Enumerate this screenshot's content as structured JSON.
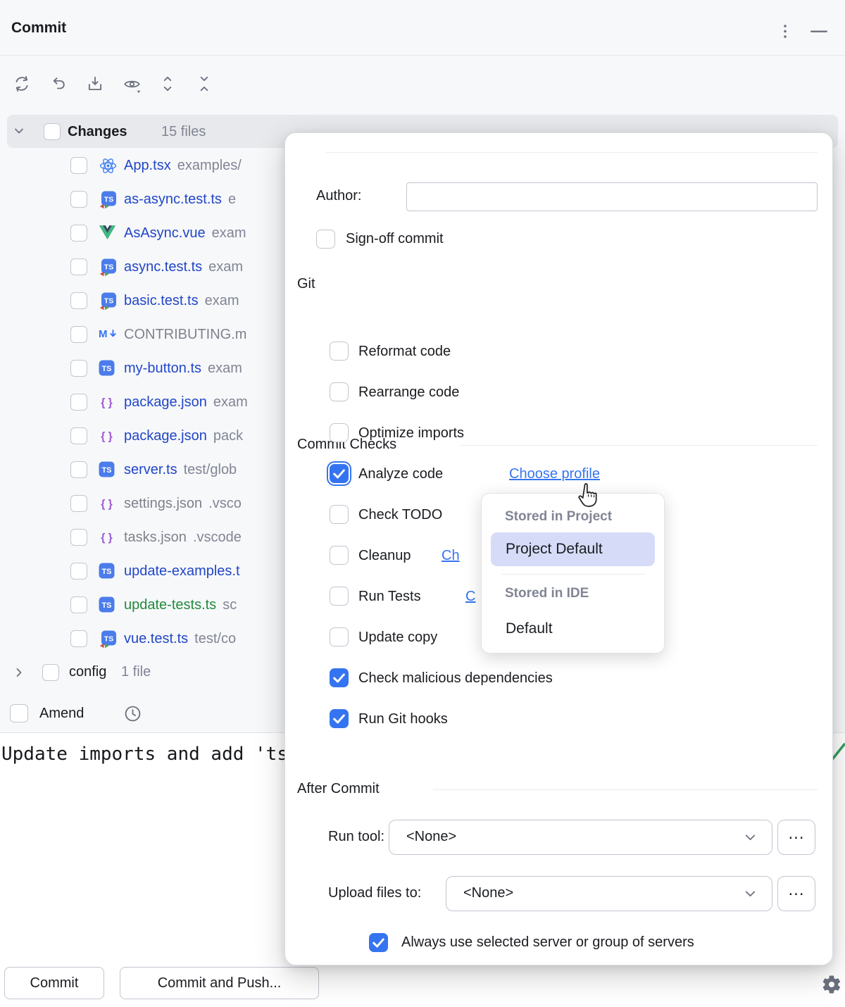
{
  "window": {
    "title": "Commit"
  },
  "titlebar": {
    "icons": [
      "kebab-menu-icon",
      "minimize-icon"
    ]
  },
  "toolbar": {
    "icons": [
      "refresh-icon",
      "rollback-icon",
      "shelve-icon",
      "preview-diff-icon",
      "expand-all-icon",
      "collapse-all-icon"
    ]
  },
  "tree": {
    "root": {
      "label": "Changes",
      "count": "15 files",
      "expanded": true,
      "checked": false
    },
    "files": [
      {
        "name": "App.tsx",
        "path": "examples/",
        "icon": "react-icon",
        "color": "modified"
      },
      {
        "name": "as-async.test.ts",
        "path": "e",
        "icon": "ts-test-icon",
        "color": "modified"
      },
      {
        "name": "AsAsync.vue",
        "path": "exam",
        "icon": "vue-icon",
        "color": "modified"
      },
      {
        "name": "async.test.ts",
        "path": "exam",
        "icon": "ts-test-icon",
        "color": "modified"
      },
      {
        "name": "basic.test.ts",
        "path": "exam",
        "icon": "ts-test-icon",
        "color": "modified"
      },
      {
        "name": "CONTRIBUTING.m",
        "path": "",
        "icon": "markdown-icon",
        "color": "unversioned"
      },
      {
        "name": "my-button.ts",
        "path": "exam",
        "icon": "ts-icon",
        "color": "modified"
      },
      {
        "name": "package.json",
        "path": "exam",
        "icon": "json-icon",
        "color": "modified"
      },
      {
        "name": "package.json",
        "path": "pack",
        "icon": "json-icon",
        "color": "modified"
      },
      {
        "name": "server.ts",
        "path": "test/glob",
        "icon": "ts-icon",
        "color": "modified"
      },
      {
        "name": "settings.json",
        "path": ".vsco",
        "icon": "json-icon",
        "color": "unversioned"
      },
      {
        "name": "tasks.json",
        "path": ".vscode",
        "icon": "json-icon",
        "color": "unversioned"
      },
      {
        "name": "update-examples.t",
        "path": "",
        "icon": "ts-icon",
        "color": "modified"
      },
      {
        "name": "update-tests.ts",
        "path": "sc",
        "icon": "ts-icon",
        "color": "added"
      },
      {
        "name": "vue.test.ts",
        "path": "test/co",
        "icon": "ts-test-icon",
        "color": "modified"
      }
    ],
    "group": {
      "label": "config",
      "count": "1 file",
      "expanded": false,
      "checked": false
    }
  },
  "amend": {
    "label": "Amend",
    "checked": false,
    "icon": "history-icon"
  },
  "message": {
    "text": "Update imports and add 'ts"
  },
  "options_popup": {
    "git": {
      "title": "Git",
      "author_label": "Author:",
      "author_value": "",
      "signoff": {
        "label": "Sign-off commit",
        "checked": false
      }
    },
    "checks": {
      "title": "Commit Checks",
      "items": [
        {
          "label": "Reformat code",
          "checked": false
        },
        {
          "label": "Rearrange code",
          "checked": false
        },
        {
          "label": "Optimize imports",
          "checked": false
        },
        {
          "label": "Analyze code",
          "checked": true,
          "focused": true,
          "link": "Choose profile"
        },
        {
          "label": "Check TODO",
          "checked": false
        },
        {
          "label": "Cleanup",
          "checked": false,
          "link": "Ch"
        },
        {
          "label": "Run Tests",
          "checked": false,
          "link": "C"
        },
        {
          "label": "Update copy",
          "checked": false
        },
        {
          "label": "Check malicious dependencies",
          "checked": true
        },
        {
          "label": "Run Git hooks",
          "checked": true
        }
      ]
    },
    "after": {
      "title": "After Commit",
      "run_tool": {
        "label": "Run tool:",
        "value": "<None>",
        "more": "..."
      },
      "upload": {
        "label": "Upload files to:",
        "value": "<None>",
        "more": "..."
      },
      "always": {
        "label": "Always use selected server or group of servers",
        "checked": true
      }
    }
  },
  "profile_popup": {
    "groups": [
      {
        "header": "Stored in Project",
        "items": [
          {
            "label": "Project Default",
            "selected": true
          }
        ]
      },
      {
        "header": "Stored in IDE",
        "items": [
          {
            "label": "Default",
            "selected": false
          }
        ]
      }
    ]
  },
  "footer": {
    "commit_label": "Commit",
    "commit_push_label": "Commit and Push...",
    "settings_icon": "gear-icon"
  },
  "status": {
    "analysis_icon": "green-check-icon"
  },
  "colors": {
    "accent": "#3574F0",
    "modified_file": "#2146C7",
    "added_file": "#208A3C",
    "secondary_text": "#818594",
    "selection": "#D6DCF7",
    "row_highlight": "#E8E9EC"
  }
}
